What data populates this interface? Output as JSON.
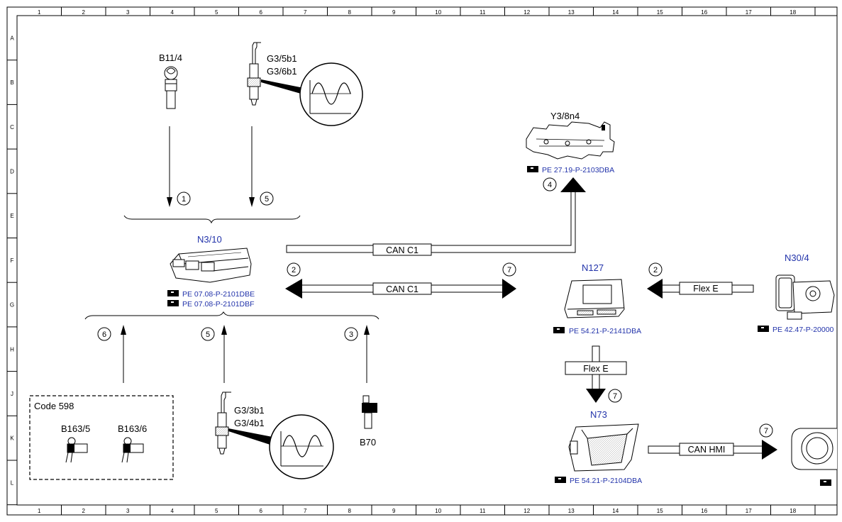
{
  "grid": {
    "columns": [
      "1",
      "2",
      "3",
      "4",
      "5",
      "6",
      "7",
      "8",
      "9",
      "10",
      "11",
      "12",
      "13",
      "14",
      "15",
      "16",
      "17",
      "18"
    ],
    "rows": [
      "A",
      "B",
      "C",
      "D",
      "E",
      "F",
      "G",
      "H",
      "J",
      "K",
      "L"
    ]
  },
  "components": {
    "b11_4": "B11/4",
    "g3_5b1": "G3/5b1",
    "g3_6b1": "G3/6b1",
    "y3_8n4": "Y3/8n4",
    "n3_10": "N3/10",
    "n127": "N127",
    "n30_4": "N30/4",
    "n73": "N73",
    "g3_3b1": "G3/3b1",
    "g3_4b1": "G3/4b1",
    "b70": "B70",
    "code_598": "Code 598",
    "b163_5": "B163/5",
    "b163_6": "B163/6"
  },
  "references": {
    "y3_8n4": "PE 27.19-P-2103DBA",
    "n3_10_a": "PE 07.08-P-2101DBE",
    "n3_10_b": "PE 07.08-P-2101DBF",
    "n127": "PE 54.21-P-2141DBA",
    "n30_4": "PE 42.47-P-20000",
    "n73": "PE 54.21-P-2104DBA"
  },
  "buses": {
    "can_c1_top": "CAN C1",
    "can_c1_bottom": "CAN C1",
    "flex_e_h": "Flex E",
    "flex_e_v": "Flex E",
    "can_hmi": "CAN HMI"
  },
  "signals": {
    "s1": "1",
    "s5_top": "5",
    "s4": "4",
    "s2_left": "2",
    "s7_mid": "7",
    "s2_right": "2",
    "s6": "6",
    "s5_bottom": "5",
    "s3": "3",
    "s7_n73": "7",
    "s7_hmi": "7"
  },
  "colors": {
    "reference_blue": "#2233aa",
    "line": "#000000"
  }
}
